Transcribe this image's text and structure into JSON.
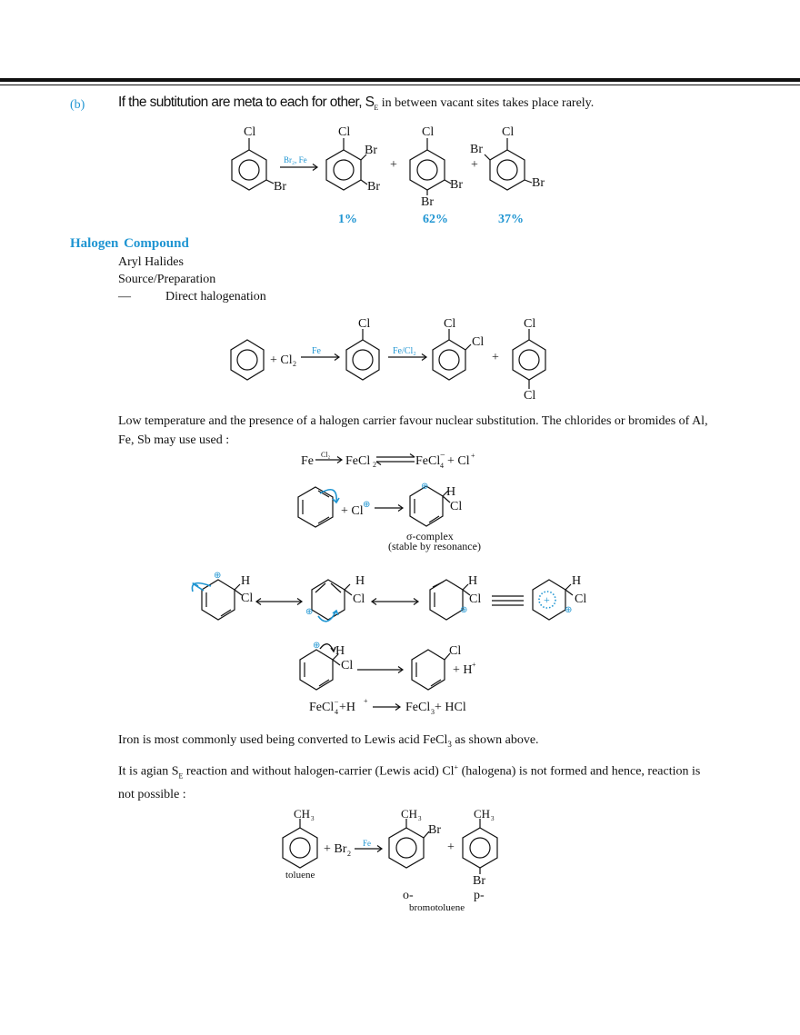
{
  "section_b": {
    "marker": "(b)",
    "text_sans": "If the subtitution are meta to each for other, S",
    "sub": "E",
    "text_serif": " in between vacant sites takes place rarely."
  },
  "rxn1": {
    "reagent": "Br₂, Fe",
    "sm": {
      "top": "Cl",
      "sub": "Br"
    },
    "p1": {
      "top": "Cl",
      "ortho": "Br",
      "meta": "Br"
    },
    "p2": {
      "top": "Cl",
      "meta": "Br",
      "para": "Br"
    },
    "p3": {
      "top": "Cl",
      "ortho": "Br",
      "meta": "Br"
    },
    "plus": "+",
    "yields": [
      "1%",
      "62%",
      "37%"
    ]
  },
  "halogen": {
    "heading": "Halogen Compound",
    "line1": "Aryl Halides",
    "line2": "Source/Preparation",
    "dash": "—",
    "line3": "Direct halogenation"
  },
  "rxn2": {
    "reagent_cl2": "+ Cl",
    "reagent_cl2_sub": "2",
    "arrow1": "Fe",
    "arrow2": "Fe/Cl₂",
    "cl": "Cl",
    "plus": "+"
  },
  "para1": "Low temperature and the presence of a halogen carrier favour nuclear substitution. The chlorides or bromides of Al, Fe, Sb may use used :",
  "eq1": {
    "fe": "Fe",
    "cl2": "Cl₂",
    "fecl2": "FeCl",
    "fecl4": "FeCl",
    "plus_cl": "+ Cl"
  },
  "sigma": {
    "plus_cl": "+ Cl",
    "h": "H",
    "cl": "Cl",
    "label1": "σ-complex",
    "label2": "(stable by resonance)"
  },
  "resonance": {
    "h": "H",
    "cl": "Cl",
    "plus": "+"
  },
  "elim": {
    "h": "H",
    "cl": "Cl",
    "plus_h": "+ H"
  },
  "eq2": {
    "lhs": "FeCl",
    "lhs_sub": "4",
    "plus_h": " +H",
    "rhs": "FeCl",
    "rhs_sub": "3",
    "hcl": " + HCl"
  },
  "para2": {
    "text": "Iron is most commonly used being converted to Lewis acid FeCl",
    "sub": "3",
    "tail": " as shown above."
  },
  "para3": {
    "a": "It is agian S",
    "sub": "E",
    "b": " reaction and without halogen-carrier (Lewis acid) Cl",
    "sup": "+",
    "c": " (halogena) is not formed and hence, reaction is not possible :"
  },
  "rxn3": {
    "ch3": "CH",
    "ch3_sub": "3",
    "br": "Br",
    "reagent": "+ Br",
    "reagent_sub": "2",
    "arrow": "Fe",
    "plus": "+",
    "toluene": "toluene",
    "o": "o-",
    "p": "p-",
    "bromotoluene": "bromotoluene"
  }
}
